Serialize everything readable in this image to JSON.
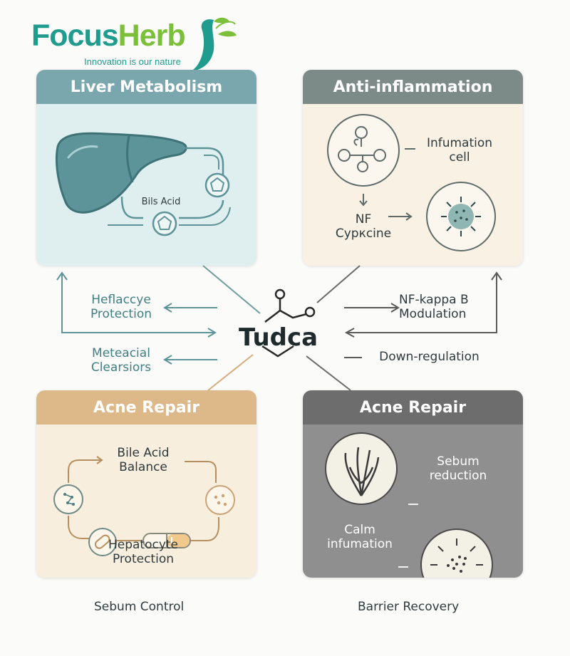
{
  "logo": {
    "name_part1": "Focus",
    "name_part2": "Herb",
    "tagline": "Innovation is our nature"
  },
  "center": {
    "label": "Tudca"
  },
  "panels": {
    "liver": {
      "title": "Liver Metabolism",
      "inner_label": "Bils Acid"
    },
    "anti": {
      "title": "Anti-inflammation",
      "cell_label": "Infumation cell",
      "nf_label_line1": "NF",
      "nf_label_line2": "Cypкcine"
    },
    "acne_left": {
      "title": "Acne Repair",
      "bile_line1": "Bile Acid",
      "bile_line2": "Balance",
      "hep_line1": "Hepatocyte",
      "hep_line2": "Protection"
    },
    "acne_right": {
      "title": "Acne Repair",
      "sebum_line1": "Sebum",
      "sebum_line2": "reduction",
      "calm_line1": "Calm",
      "calm_line2": "infumation"
    }
  },
  "side_labels": {
    "left_top_line1": "Heflaccye",
    "left_top_line2": "Protection",
    "left_bottom_line1": "Meteacial",
    "left_bottom_line2": "Clearsiors",
    "right_top_line1": "NF-kappa B",
    "right_top_line2": "Modulation",
    "right_bottom": "Down-regulation"
  },
  "footer": {
    "left": "Sebum Control",
    "right": "Barrier Recovery"
  },
  "colors": {
    "teal": "#1f9c8e",
    "green": "#7bbf3a",
    "liver_header": "#79a7ad",
    "anti_header": "#7c8a88",
    "acne_left_header": "#ddb98a",
    "acne_right_header": "#6d6d6d"
  },
  "icons": [
    "leaf-logo-icon",
    "liver-icon",
    "pentagon-cell-icon",
    "molecule-icon",
    "inflammation-cell-icon",
    "tudca-molecule-icon",
    "cell-icon",
    "capsule-icon",
    "pill-icon",
    "sebum-gland-icon",
    "calm-burst-icon"
  ]
}
